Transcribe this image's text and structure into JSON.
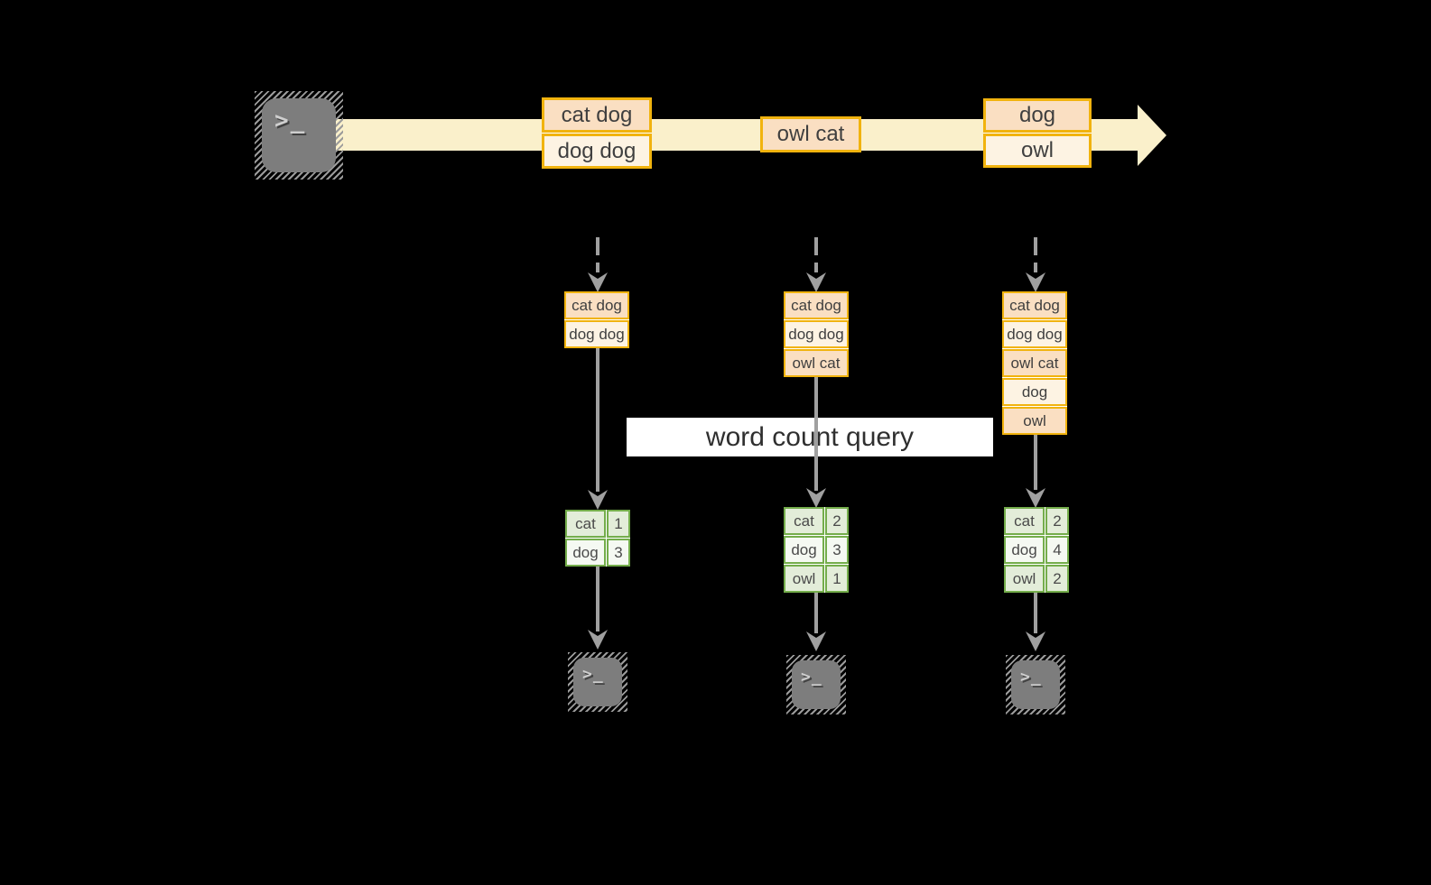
{
  "diagram": {
    "query_label": "word count query",
    "terminal_glyph": ">_",
    "source_icon": "terminal-icon",
    "output_icon": "terminal-icon"
  },
  "stream": {
    "batches": [
      {
        "items": [
          "cat dog",
          "dog dog"
        ]
      },
      {
        "items": [
          "owl cat"
        ]
      },
      {
        "items": [
          "dog",
          "owl"
        ]
      }
    ]
  },
  "columns": [
    {
      "input": [
        "cat dog",
        "dog dog"
      ],
      "counts": [
        {
          "word": "cat",
          "count": "1"
        },
        {
          "word": "dog",
          "count": "3"
        }
      ]
    },
    {
      "input": [
        "cat dog",
        "dog dog",
        "owl cat"
      ],
      "counts": [
        {
          "word": "cat",
          "count": "2"
        },
        {
          "word": "dog",
          "count": "3"
        },
        {
          "word": "owl",
          "count": "1"
        }
      ]
    },
    {
      "input": [
        "cat dog",
        "dog dog",
        "owl cat",
        "dog",
        "owl"
      ],
      "counts": [
        {
          "word": "cat",
          "count": "2"
        },
        {
          "word": "dog",
          "count": "4"
        },
        {
          "word": "owl",
          "count": "2"
        }
      ]
    }
  ],
  "colors": {
    "accent": "#f1b30e",
    "peach_dark": "#fadfc2",
    "peach_light": "#fdf3e3",
    "stream_band": "#faf0cb",
    "green_border": "#74ad4b",
    "green_dark": "#e3edd9",
    "green_light": "#f5f9f2",
    "arrow": "#a0a0a0",
    "terminal": "#7d7d7d",
    "text_dark": "#3f3f3f",
    "band_bg": "#ffffff"
  }
}
